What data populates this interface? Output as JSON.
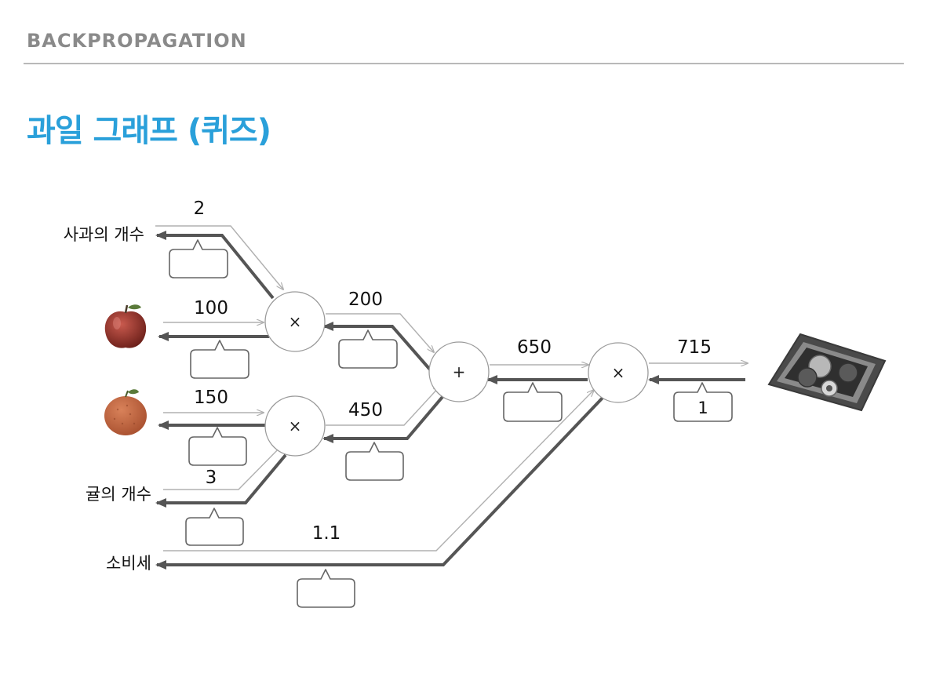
{
  "header": {
    "section_label": "BACKPROPAGATION"
  },
  "title": "과일 그래프 (퀴즈)",
  "inputs": {
    "apple_count": {
      "label": "사과의 개수",
      "value": "2"
    },
    "apple_price": {
      "value": "100"
    },
    "orange_price": {
      "value": "150"
    },
    "orange_count": {
      "label": "귤의 개수",
      "value": "3"
    },
    "tax": {
      "label": "소비세",
      "value": "1.1"
    }
  },
  "nodes": {
    "mul_apple": "×",
    "mul_orange": "×",
    "add": "+",
    "mul_tax": "×"
  },
  "edges": {
    "apple_total": "200",
    "orange_total": "450",
    "sum": "650",
    "final": "715"
  },
  "gradients": {
    "final": "1",
    "apple_count": "",
    "apple_price": "",
    "apple_total": "",
    "orange_price": "",
    "orange_total": "",
    "orange_count": "",
    "sum": "",
    "tax": ""
  },
  "colors": {
    "title": "#2aa0da",
    "header": "#8a8a8a",
    "forward": "#b0b0b0",
    "backward": "#555555"
  }
}
